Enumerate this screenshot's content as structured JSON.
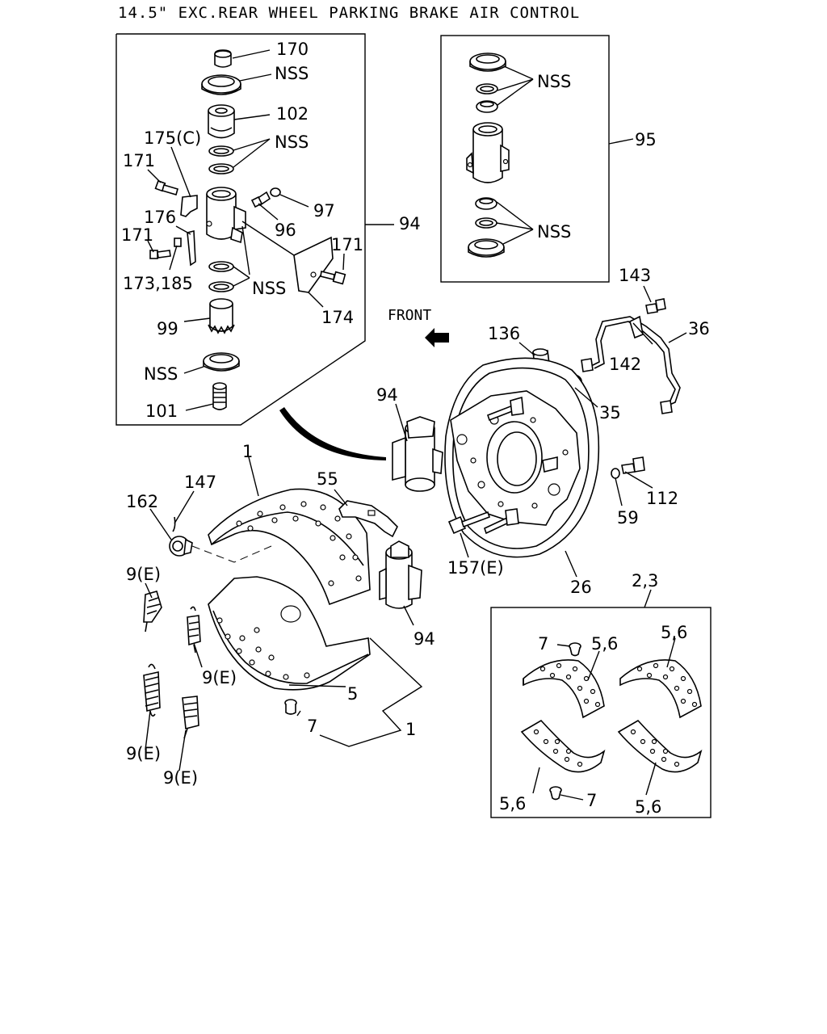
{
  "title": "14.5\" EXC.REAR WHEEL PARKING BRAKE AIR CONTROL",
  "labels": {
    "l170": "170",
    "nss_a": "NSS",
    "l102": "102",
    "l175c": "175(C)",
    "nss_b": "NSS",
    "l171_a": "171",
    "l97": "97",
    "l176": "176",
    "l96": "96",
    "l94_box": "94",
    "l171_b": "171",
    "l171_c": "171",
    "l173_185": "173,185",
    "nss_c": "NSS",
    "l174": "174",
    "l99": "99",
    "nss_d": "NSS",
    "l101": "101",
    "nss_e": "NSS",
    "l95": "95",
    "nss_f": "NSS",
    "l143": "143",
    "front": "FRONT",
    "l136": "136",
    "l36": "36",
    "l142": "142",
    "l94_mid": "94",
    "l35": "35",
    "l1_top": "1",
    "l147": "147",
    "l55": "55",
    "l162": "162",
    "l112": "112",
    "l59": "59",
    "l157e": "157(E)",
    "l26": "26",
    "l9e_a": "9(E)",
    "l94_low": "94",
    "l9e_b": "9(E)",
    "l5": "5",
    "l7_a": "7",
    "l1_bot": "1",
    "l9e_c": "9(E)",
    "l9e_d": "9(E)",
    "l2_3": "2,3",
    "l7_b": "7",
    "l56_a": "5,6",
    "l56_b": "5,6",
    "l56_c": "5,6",
    "l7_c": "7",
    "l56_d": "5,6"
  }
}
